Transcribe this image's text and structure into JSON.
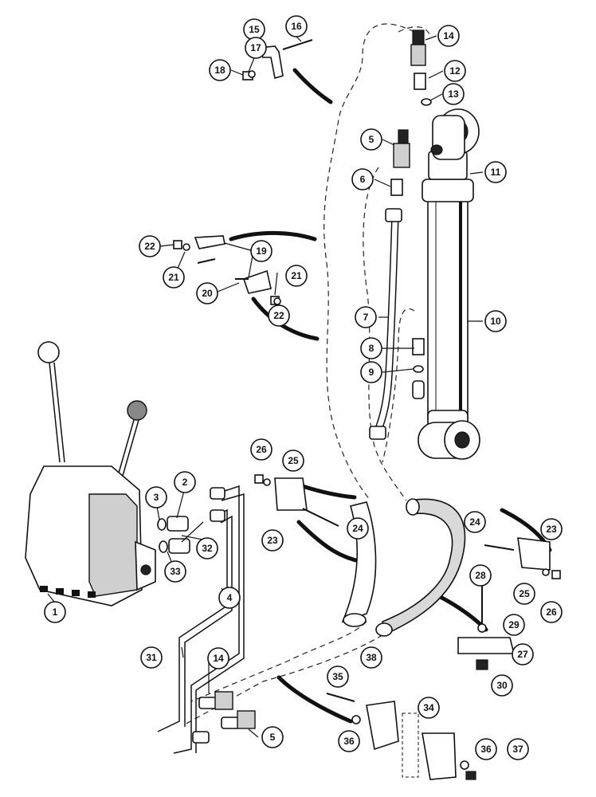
{
  "callouts": [
    {
      "label": "1"
    },
    {
      "label": "2"
    },
    {
      "label": "3"
    },
    {
      "label": "4"
    },
    {
      "label": "5"
    },
    {
      "label": "5"
    },
    {
      "label": "6"
    },
    {
      "label": "7"
    },
    {
      "label": "8"
    },
    {
      "label": "9"
    },
    {
      "label": "10"
    },
    {
      "label": "11"
    },
    {
      "label": "12"
    },
    {
      "label": "13"
    },
    {
      "label": "14"
    },
    {
      "label": "14"
    },
    {
      "label": "15"
    },
    {
      "label": "16"
    },
    {
      "label": "17"
    },
    {
      "label": "18"
    },
    {
      "label": "19"
    },
    {
      "label": "20"
    },
    {
      "label": "21"
    },
    {
      "label": "21"
    },
    {
      "label": "22"
    },
    {
      "label": "22"
    },
    {
      "label": "23"
    },
    {
      "label": "23"
    },
    {
      "label": "24"
    },
    {
      "label": "24"
    },
    {
      "label": "25"
    },
    {
      "label": "25"
    },
    {
      "label": "26"
    },
    {
      "label": "26"
    },
    {
      "label": "27"
    },
    {
      "label": "28"
    },
    {
      "label": "29"
    },
    {
      "label": "30"
    },
    {
      "label": "31"
    },
    {
      "label": "32"
    },
    {
      "label": "33"
    },
    {
      "label": "34"
    },
    {
      "label": "35"
    },
    {
      "label": "36"
    },
    {
      "label": "36"
    },
    {
      "label": "37"
    },
    {
      "label": "38"
    }
  ]
}
